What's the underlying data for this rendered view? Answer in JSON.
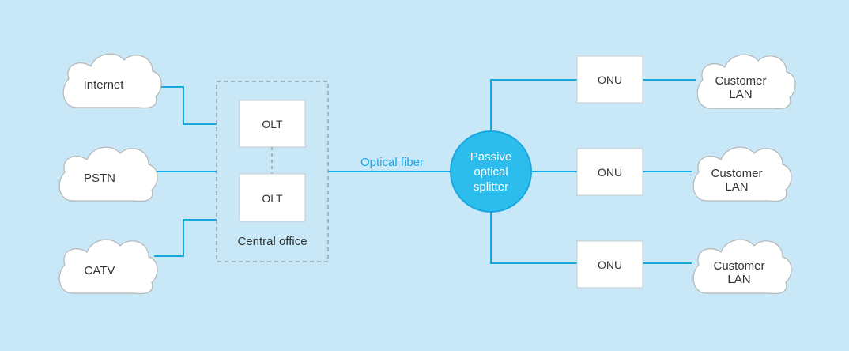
{
  "sources": [
    {
      "label": "Internet"
    },
    {
      "label": "PSTN"
    },
    {
      "label": "CATV"
    }
  ],
  "central_office": {
    "label": "Central office",
    "olts": [
      {
        "label": "OLT"
      },
      {
        "label": "OLT"
      }
    ]
  },
  "link_label": "Optical fiber",
  "splitter": {
    "lines": [
      "Passive",
      "optical",
      "splitter"
    ]
  },
  "onus": [
    {
      "label": "ONU"
    },
    {
      "label": "ONU"
    },
    {
      "label": "ONU"
    }
  ],
  "customers": [
    {
      "lines": [
        "Customer",
        "LAN"
      ]
    },
    {
      "lines": [
        "Customer",
        "LAN"
      ]
    },
    {
      "lines": [
        "Customer",
        "LAN"
      ]
    }
  ],
  "colors": {
    "background": "#c8e8f7",
    "line": "#1aa7df",
    "splitter_fill": "#2dbdec",
    "node_fill": "#ffffff",
    "text": "#333333"
  }
}
